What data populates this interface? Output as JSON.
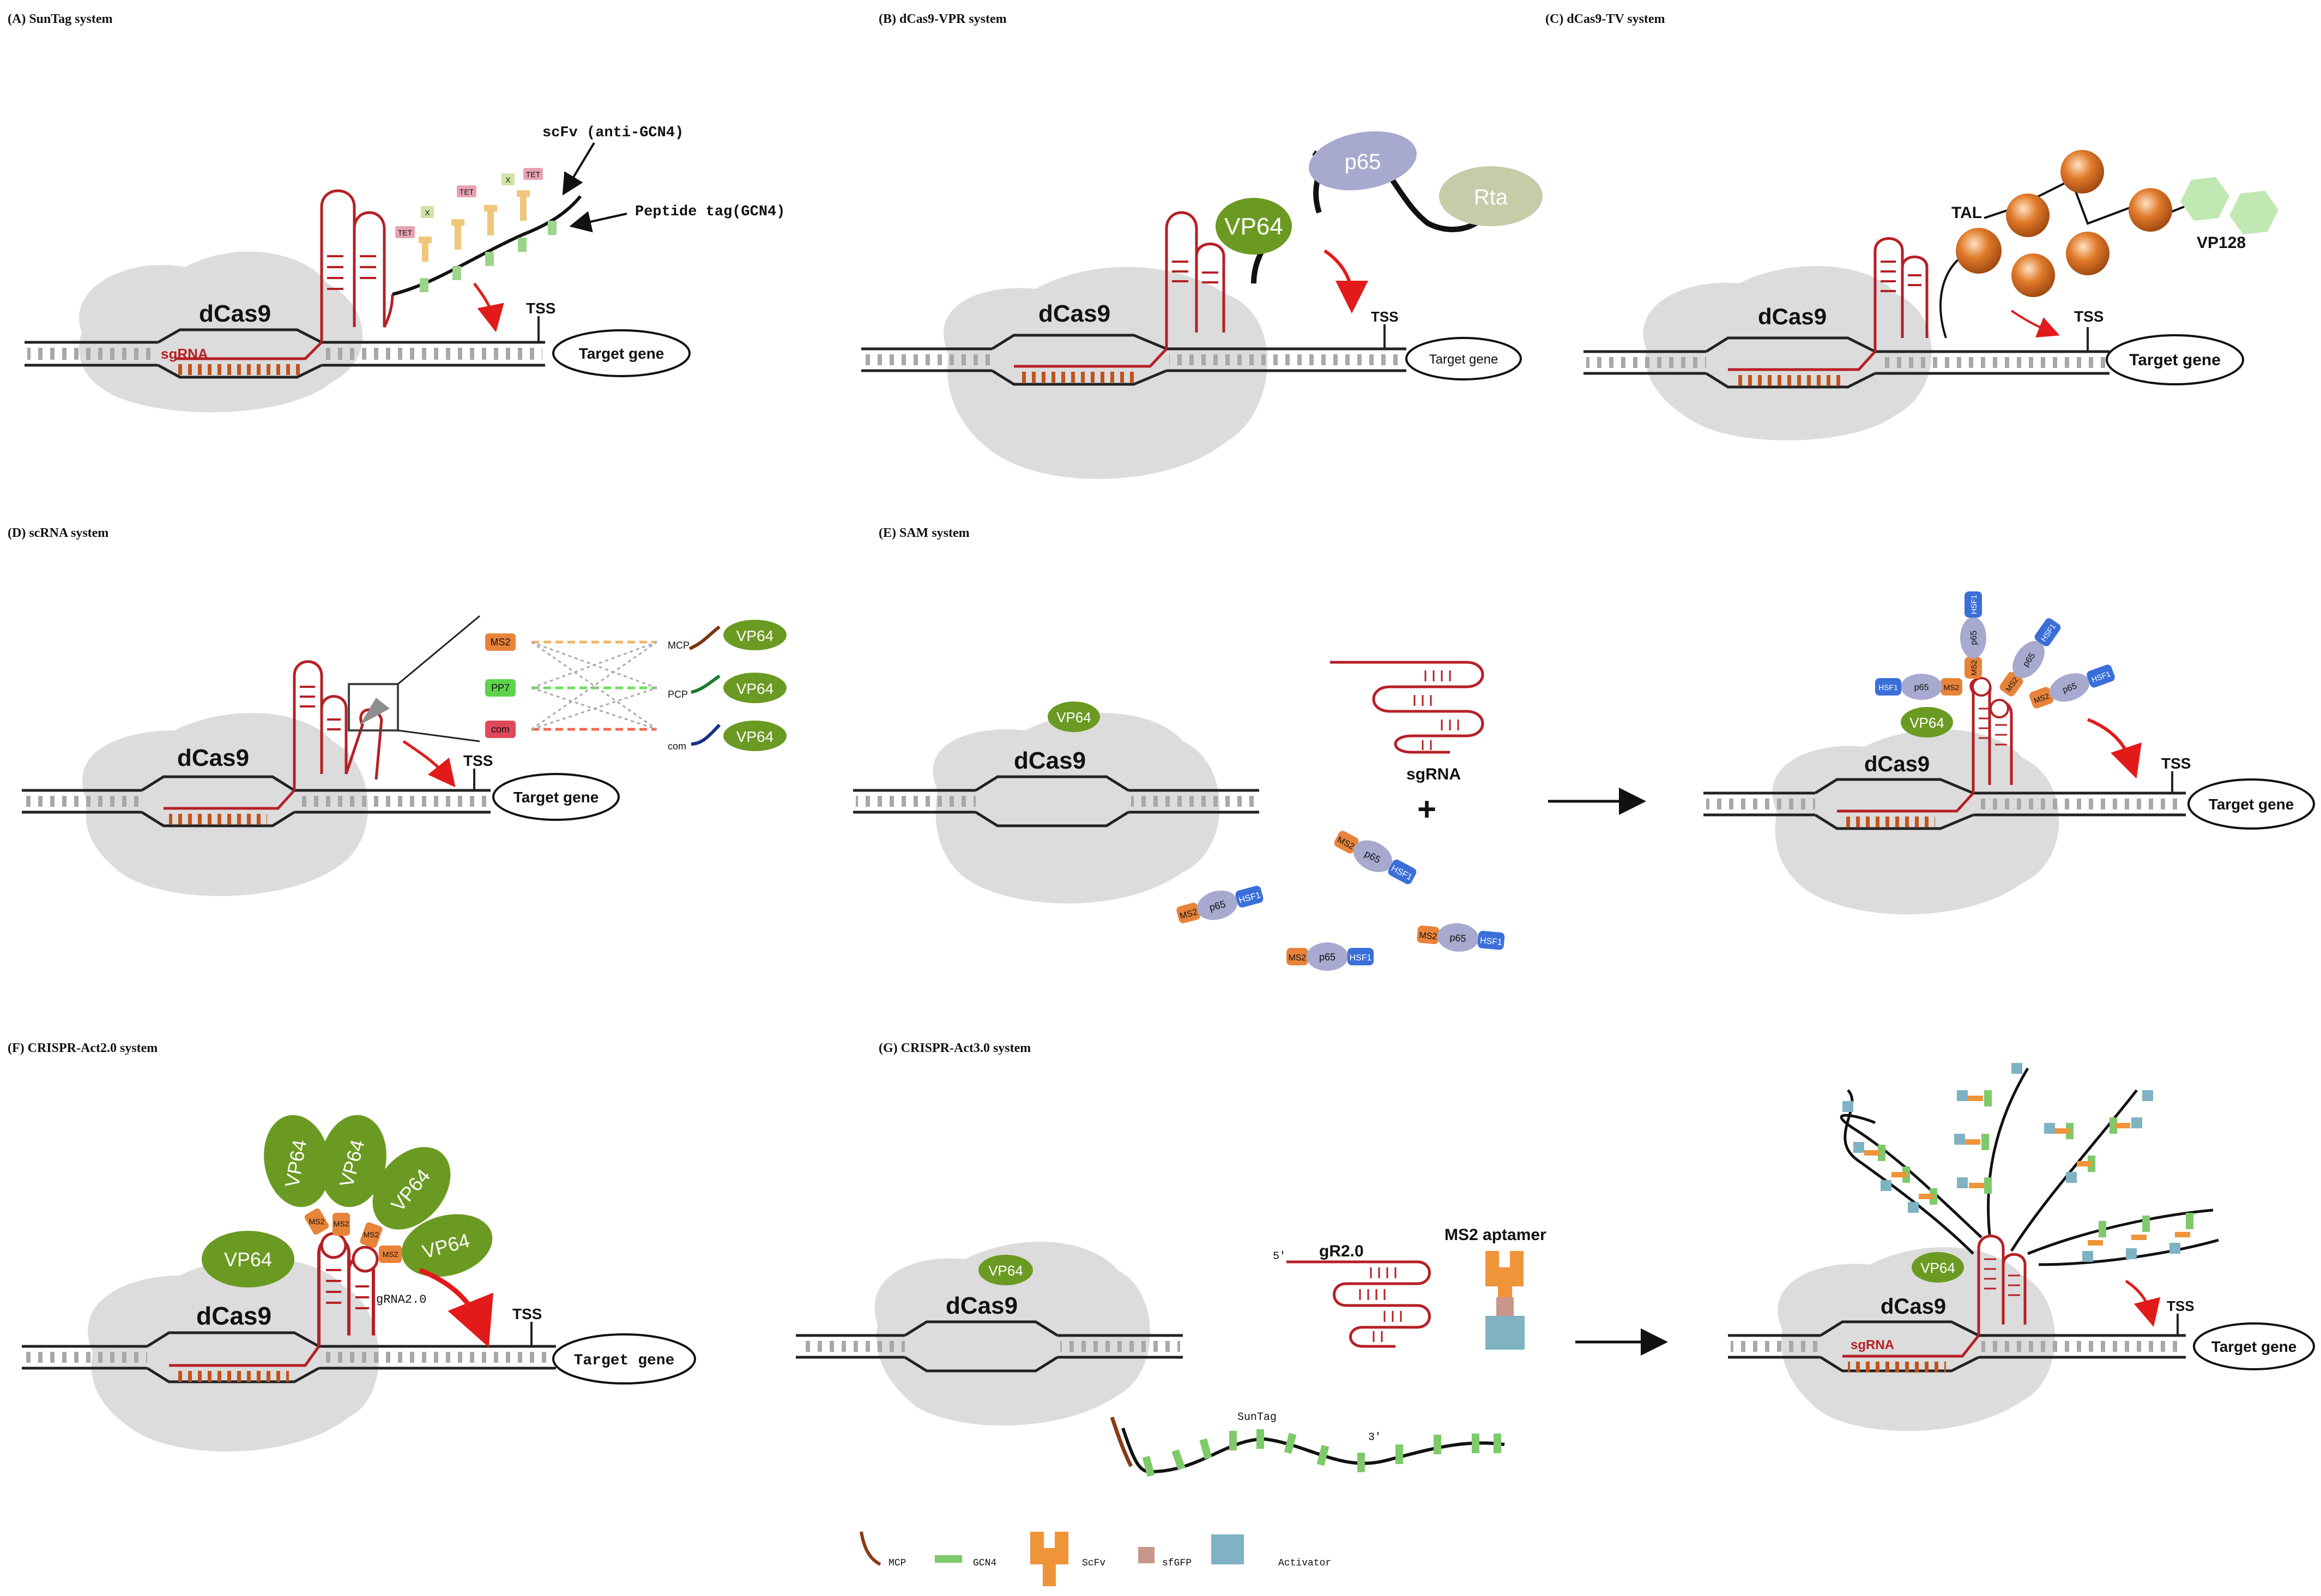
{
  "panels": {
    "A": {
      "title": "(A)  SunTag system",
      "dcas9": "dCas9",
      "sgrna": "sgRNA",
      "tss": "TSS",
      "target": "Target gene",
      "scfv": "scFv (anti-GCN4)",
      "peptide": "Peptide tag(GCN4)",
      "tet": "TET",
      "x": "X"
    },
    "B": {
      "title": "(B)  dCas9-VPR system",
      "dcas9": "dCas9",
      "vp64": "VP64",
      "p65": "p65",
      "rta": "Rta",
      "tss": "TSS",
      "target": "Target gene"
    },
    "C": {
      "title": "(C)  dCas9-TV system",
      "dcas9": "dCas9",
      "tal": "TAL",
      "vp128": "VP128",
      "tss": "TSS",
      "target": "Target gene"
    },
    "D": {
      "title": "(D)  scRNA system",
      "dcas9": "dCas9",
      "tss": "TSS",
      "target": "Target gene",
      "aptamers": [
        "MS2",
        "PP7",
        "com"
      ],
      "binders": [
        "MCP",
        "PCP",
        "com"
      ],
      "vp64": "VP64"
    },
    "E": {
      "title": "(E)  SAM system",
      "dcas9": "dCas9",
      "vp64": "VP64",
      "sgrna": "sgRNA",
      "plus": "+",
      "ms2": "MS2",
      "p65": "p65",
      "hsf1": "HSF1",
      "tss": "TSS",
      "target": "Target gene"
    },
    "F": {
      "title": "(F)  CRISPR-Act2.0 system",
      "dcas9": "dCas9",
      "vp64": "VP64",
      "ms2": "MS2",
      "grna": "gRNA2.0",
      "tss": "TSS",
      "target": "Target gene"
    },
    "G": {
      "title": "(G)  CRISPR-Act3.0 system",
      "dcas9": "dCas9",
      "vp64": "VP64",
      "five_prime": "5'",
      "gr20": "gR2.0",
      "ms2_aptamer": "MS2 aptamer",
      "suntag": "SunTag",
      "three_prime": "3'",
      "sgrna": "sgRNA",
      "tss": "TSS",
      "target": "Target gene"
    }
  },
  "legend": [
    "MCP",
    "GCN4",
    "ScFv",
    "sfGFP",
    "Activator"
  ],
  "colors": {
    "rna": "#b52025",
    "vp64": "#6b9a22",
    "p65": "#a7a9cf",
    "rta": "#c8cba8",
    "tal": "#d9691c",
    "vp128": "#bfe8b3",
    "ms2": "#e8833a",
    "hsf1": "#3a6fd8",
    "pp7": "#5ed34a",
    "com": "#e0485a",
    "gcn4": "#7ec96a",
    "scfv": "#f0a040",
    "sfgfp": "#c9968a",
    "activator": "#7fb2c2",
    "protein": "#dcdcdc"
  }
}
